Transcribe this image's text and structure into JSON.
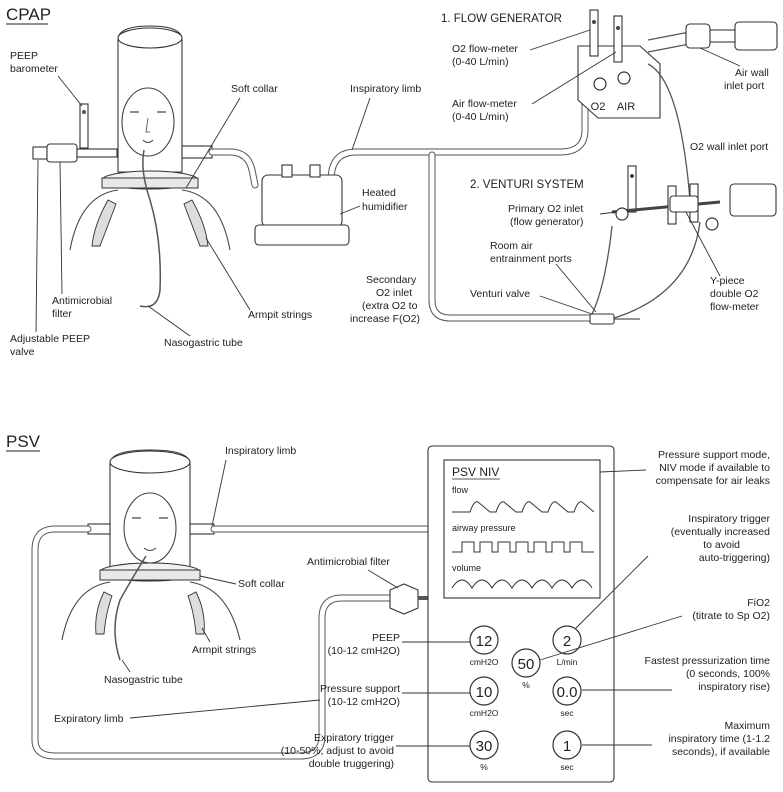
{
  "cpap": {
    "title": "CPAP",
    "flow_generator_heading": "1. FLOW GENERATOR",
    "venturi_heading": "2. VENTURI SYSTEM",
    "o2_device_label": "O2",
    "air_device_label": "AIR",
    "labels": {
      "peep_barometer": [
        "PEEP",
        "barometer"
      ],
      "soft_collar": "Soft collar",
      "inspiratory_limb": "Inspiratory limb",
      "o2_flowmeter": [
        "O2 flow-meter",
        "(0-40 L/min)"
      ],
      "air_flowmeter": [
        "Air flow-meter",
        "(0-40 L/min)"
      ],
      "air_wall_inlet": [
        "Air wall",
        "inlet port"
      ],
      "o2_wall_inlet": "O2 wall inlet port",
      "heated_humidifier": [
        "Heated",
        "humidifier"
      ],
      "primary_o2_inlet": [
        "Primary O2 inlet",
        "(flow generator)"
      ],
      "room_air_ports": [
        "Room air",
        "entrainment ports"
      ],
      "secondary_o2_inlet": [
        "Secondary",
        "O2 inlet",
        "(extra O2 to",
        "increase F(O2)"
      ],
      "venturi_valve": "Venturi valve",
      "y_piece": [
        "Y-piece",
        "double O2",
        "flow-meter"
      ],
      "antimicrobial_filter": [
        "Antimicrobial",
        "filter"
      ],
      "adjustable_peep": [
        "Adjustable PEEP",
        "valve"
      ],
      "nasogastric_tube": "Nasogastric tube",
      "armpit_strings": "Armpit strings"
    }
  },
  "psv": {
    "title": "PSV",
    "labels": {
      "inspiratory_limb": "Inspiratory limb",
      "antimicrobial_filter": "Antimicrobial filter",
      "soft_collar": "Soft collar",
      "armpit_strings": "Armpit strings",
      "nasogastric_tube": "Nasogastric tube",
      "expiratory_limb": "Expiratory limb",
      "peep": [
        "PEEP",
        "(10-12 cmH2O)"
      ],
      "pressure_support": [
        "Pressure support",
        "(10-12  cmH2O)"
      ],
      "expiratory_trigger": [
        "Expiratory trigger",
        "(10-50%, adjust to avoid",
        "double truggering)"
      ],
      "mode_note": [
        "Pressure support mode,",
        "NIV mode if available to",
        "compensate for air leaks"
      ],
      "inspiratory_trigger": [
        "Inspiratory trigger",
        "(eventually increased",
        "to  avoid",
        "auto-triggering)"
      ],
      "fio2": [
        "FiO2",
        "(titrate to Sp O2)"
      ],
      "fastest_pressurization": [
        "Fastest pressurization time",
        "(0 seconds, 100%",
        "inspiratory rise)"
      ],
      "max_inspiratory_time": [
        "Maximum",
        "inspiratory time (1-1.2",
        "seconds), if available"
      ]
    },
    "screen": {
      "mode": "PSV NIV",
      "wave_flow": "flow",
      "wave_pressure": "airway pressure",
      "wave_volume": "volume"
    },
    "knobs": {
      "peep": {
        "value": "12",
        "unit": "cmH2O"
      },
      "inspiratory_trigger": {
        "value": "2",
        "unit": "L/min"
      },
      "fio2": {
        "value": "50",
        "unit": "%"
      },
      "pressure_support": {
        "value": "10",
        "unit": "cmH2O"
      },
      "pressurization": {
        "value": "0.0",
        "unit": "sec"
      },
      "expiratory_trigger": {
        "value": "30",
        "unit": "%"
      },
      "max_insp_time": {
        "value": "1",
        "unit": "sec"
      }
    }
  }
}
